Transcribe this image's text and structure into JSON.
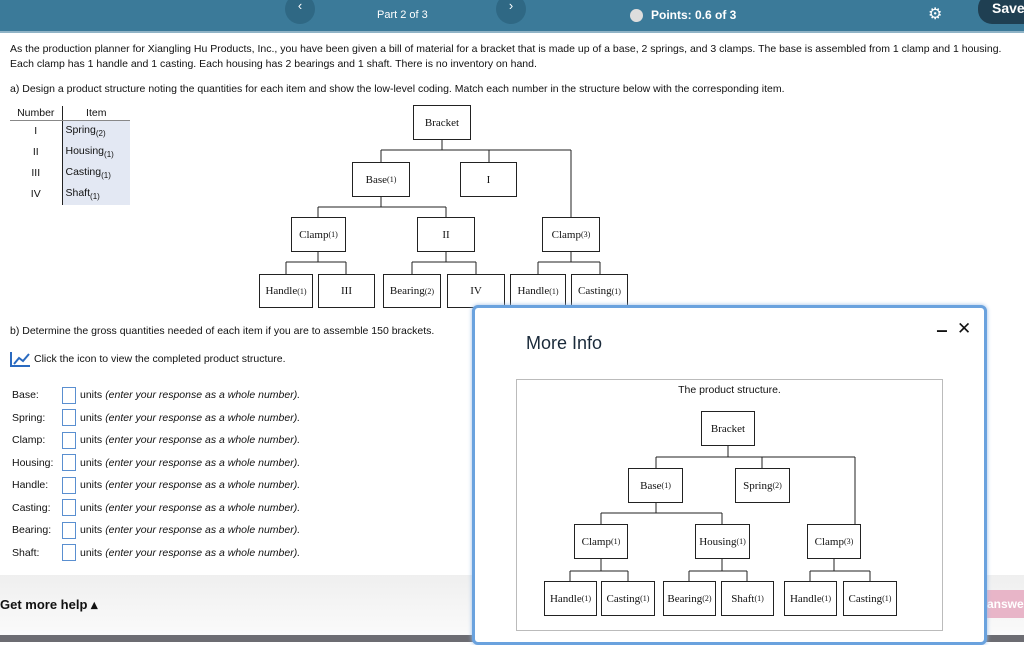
{
  "header": {
    "part": "Part 2 of 3",
    "points": "Points: 0.6 of 3",
    "save": "Save",
    "prev": "‹",
    "next": "›"
  },
  "problem": {
    "intro": "As the production planner for Xiangling Hu Products, Inc., you have been given a bill of material for a bracket that is made up of a base, 2 springs, and 3 clamps. The base is assembled from 1 clamp and 1 housing. Each clamp has 1 handle and 1 casting. Each housing has 2 bearings and 1 shaft. There is no inventory on hand.",
    "part_a": "a) Design a product structure noting the quantities for each item and show the low-level coding. Match each number in the structure below with the corresponding item.",
    "part_b": "b) Determine the gross quantities needed of each item if you are to assemble 150 brackets.",
    "icon_hint": "Click the icon to view the completed product structure."
  },
  "mapping": {
    "headers": [
      "Number",
      "Item"
    ],
    "rows": [
      {
        "num": "I",
        "item": "Spring",
        "qty": "(2)"
      },
      {
        "num": "II",
        "item": "Housing",
        "qty": "(1)"
      },
      {
        "num": "III",
        "item": "Casting",
        "qty": "(1)"
      },
      {
        "num": "IV",
        "item": "Shaft",
        "qty": "(1)"
      }
    ]
  },
  "structure": {
    "nodes": [
      {
        "label": "Bracket",
        "qty": ""
      },
      {
        "label": "Base",
        "qty": "(1)"
      },
      {
        "label": "I",
        "qty": ""
      },
      {
        "label": "Clamp",
        "qty": "(1)"
      },
      {
        "label": "II",
        "qty": ""
      },
      {
        "label": "Clamp",
        "qty": "(3)"
      },
      {
        "label": "Handle",
        "qty": "(1)"
      },
      {
        "label": "III",
        "qty": ""
      },
      {
        "label": "Bearing",
        "qty": "(2)"
      },
      {
        "label": "IV",
        "qty": ""
      },
      {
        "label": "Handle",
        "qty": "(1)"
      },
      {
        "label": "Casting",
        "qty": "(1)"
      }
    ]
  },
  "answers": {
    "units": "units",
    "hint": "(enter your response as a whole number).",
    "items": [
      {
        "label": "Base:",
        "value": ""
      },
      {
        "label": "Spring:",
        "value": ""
      },
      {
        "label": "Clamp:",
        "value": ""
      },
      {
        "label": "Housing:",
        "value": ""
      },
      {
        "label": "Handle:",
        "value": ""
      },
      {
        "label": "Casting:",
        "value": ""
      },
      {
        "label": "Bearing:",
        "value": ""
      },
      {
        "label": "Shaft:",
        "value": ""
      }
    ]
  },
  "footer": {
    "help": "Get more help ▴",
    "answer_btn": "answe"
  },
  "modal": {
    "title": "More Info",
    "minimize": "‒",
    "close": "✕",
    "caption": "The product structure.",
    "nodes": [
      {
        "label": "Bracket",
        "qty": ""
      },
      {
        "label": "Base",
        "qty": "(1)"
      },
      {
        "label": "Spring",
        "qty": "(2)"
      },
      {
        "label": "Clamp",
        "qty": "(1)"
      },
      {
        "label": "Housing",
        "qty": "(1)"
      },
      {
        "label": "Clamp",
        "qty": "(3)"
      },
      {
        "label": "Handle",
        "qty": "(1)"
      },
      {
        "label": "Casting",
        "qty": "(1)"
      },
      {
        "label": "Bearing",
        "qty": "(2)"
      },
      {
        "label": "Shaft",
        "qty": "(1)"
      },
      {
        "label": "Handle",
        "qty": "(1)"
      },
      {
        "label": "Casting",
        "qty": "(1)"
      }
    ]
  },
  "colors": {
    "topbar": "#3b7a99",
    "modal_border": "#6aa2de",
    "accent": "#2a6ac0"
  }
}
